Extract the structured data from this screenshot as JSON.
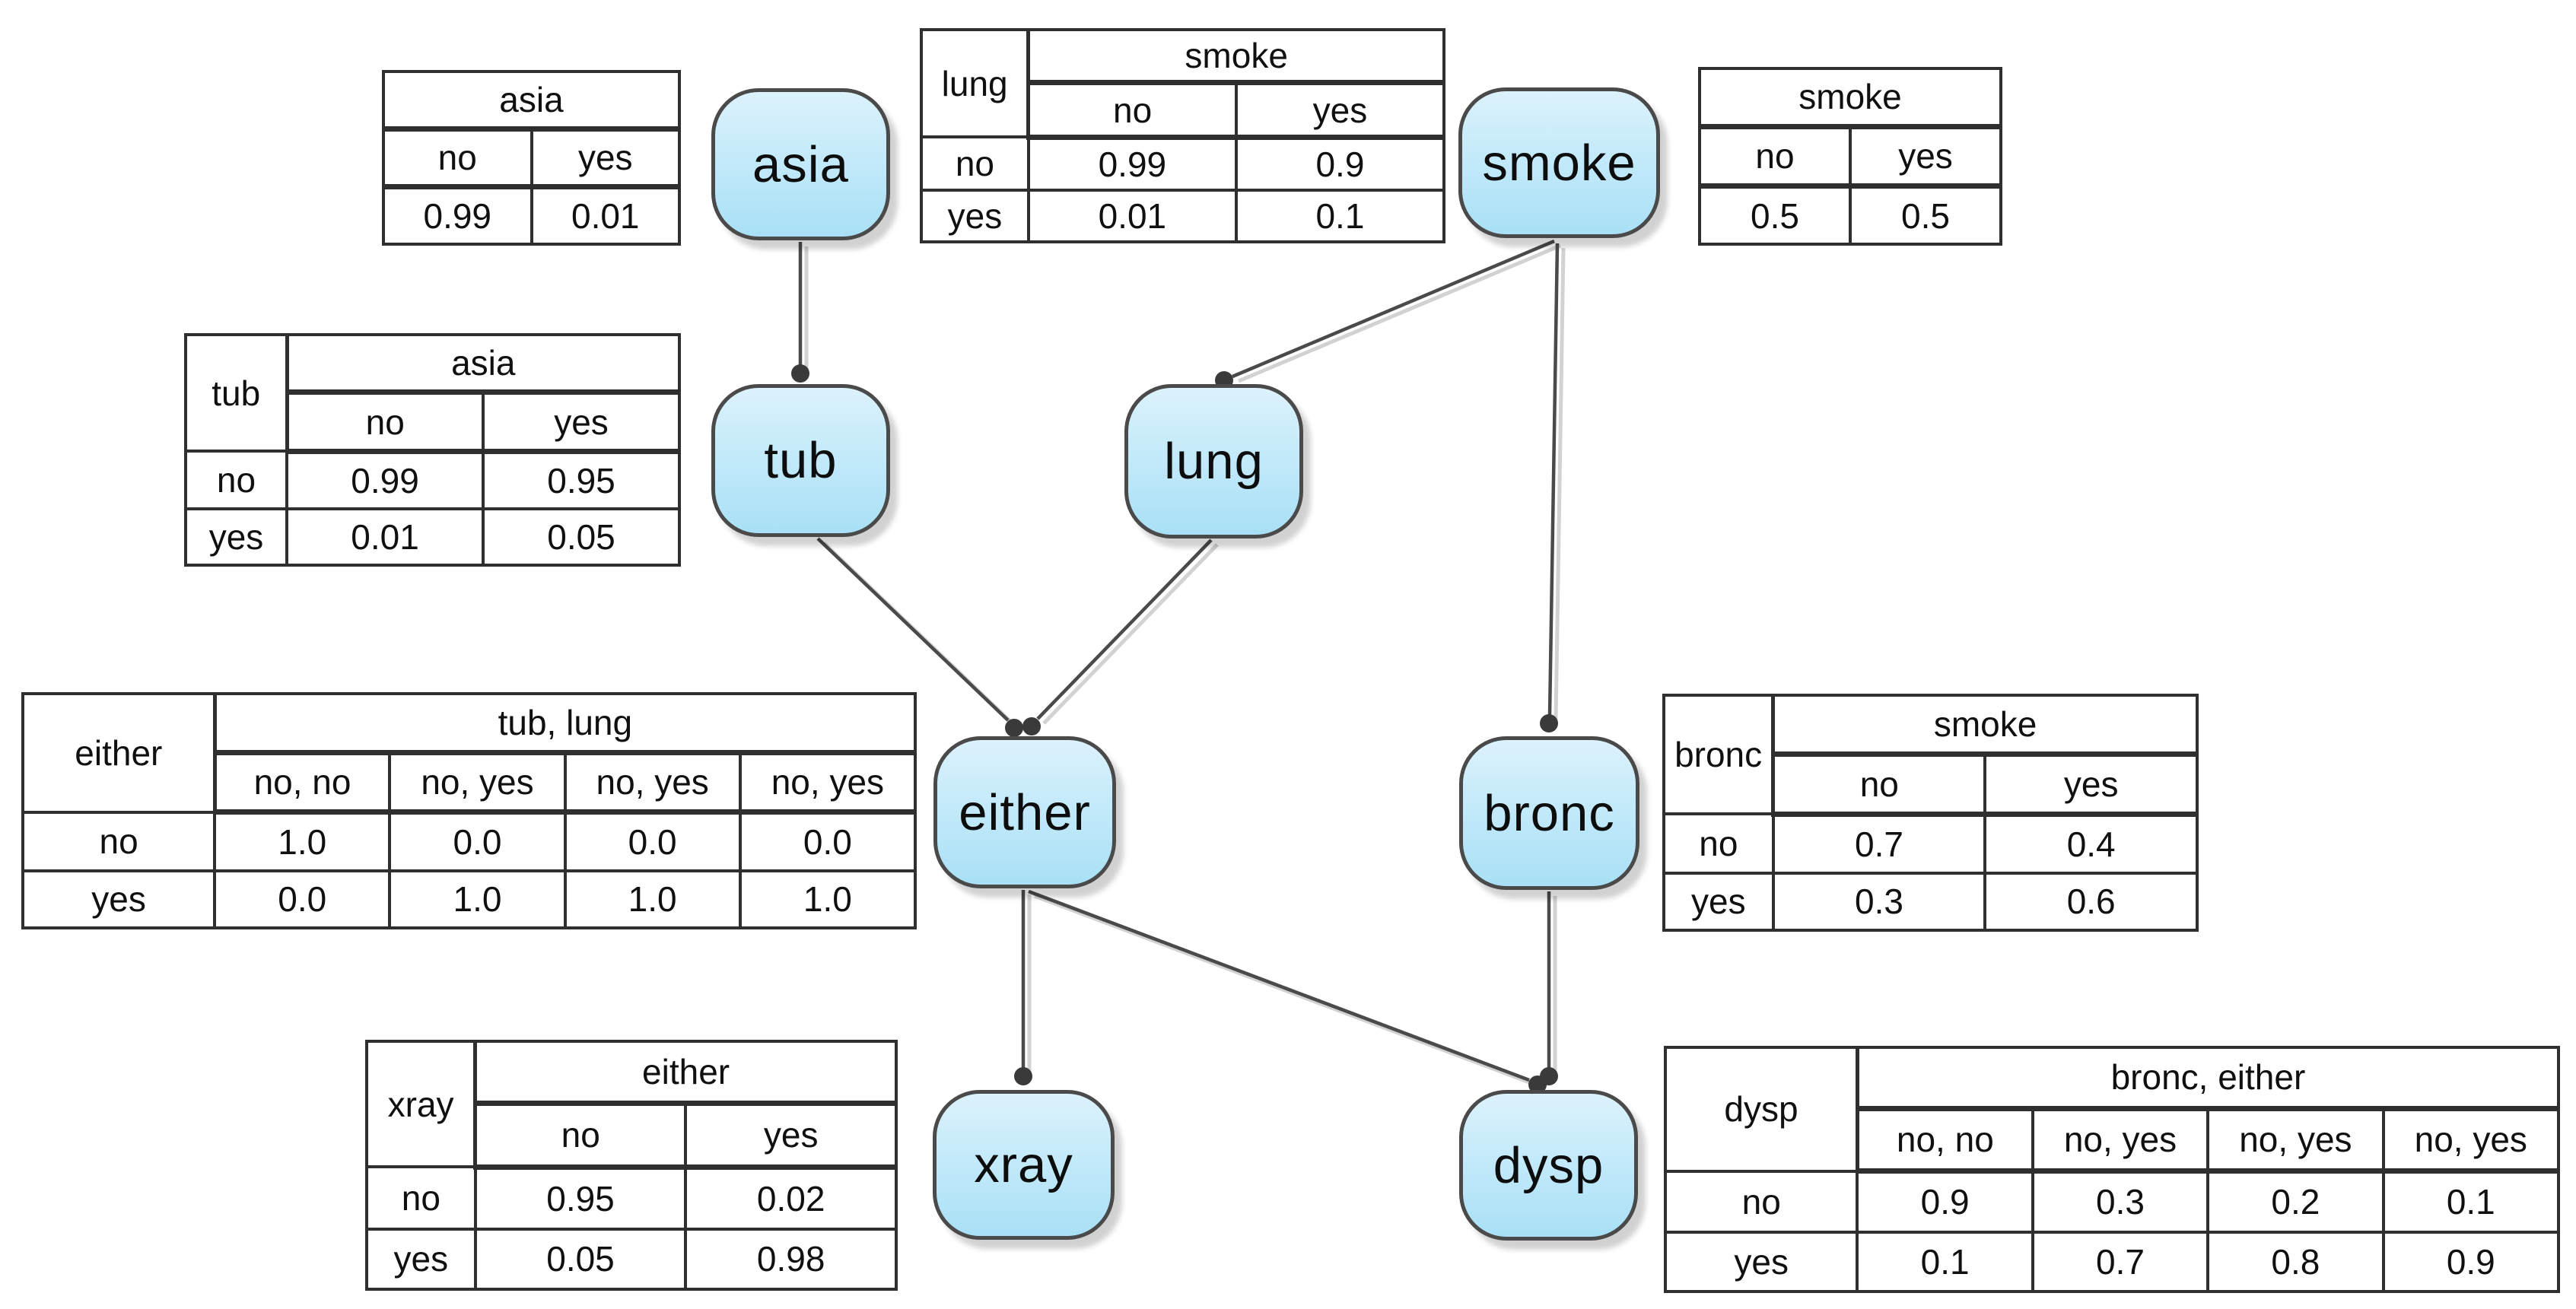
{
  "colors": {
    "background": "#ffffff",
    "node_fill_top": "#dcf2fc",
    "node_fill_bottom": "#a9e0f6",
    "node_border": "#4a4a4a",
    "node_text": "#0d0d0d",
    "edge": "#4a4a4a",
    "edge_shadow": "#d2d2d2",
    "arrow_dot": "#3a3a3a",
    "table_border": "#2f2f2f",
    "table_text": "#101010"
  },
  "nodes": [
    {
      "id": "asia",
      "label": "asia"
    },
    {
      "id": "tub",
      "label": "tub"
    },
    {
      "id": "lung",
      "label": "lung"
    },
    {
      "id": "smoke",
      "label": "smoke"
    },
    {
      "id": "either",
      "label": "either"
    },
    {
      "id": "bronc",
      "label": "bronc"
    },
    {
      "id": "xray",
      "label": "xray"
    },
    {
      "id": "dysp",
      "label": "dysp"
    }
  ],
  "edges": [
    {
      "from": "asia",
      "to": "tub"
    },
    {
      "from": "smoke",
      "to": "lung"
    },
    {
      "from": "smoke",
      "to": "bronc"
    },
    {
      "from": "tub",
      "to": "either"
    },
    {
      "from": "lung",
      "to": "either"
    },
    {
      "from": "either",
      "to": "xray"
    },
    {
      "from": "either",
      "to": "dysp"
    },
    {
      "from": "bronc",
      "to": "dysp"
    }
  ],
  "tables": [
    {
      "id": "asia",
      "child": null,
      "header": "asia",
      "columns": [
        "no",
        "yes"
      ],
      "rows": [
        {
          "label": null,
          "values": [
            "0.99",
            "0.01"
          ]
        }
      ]
    },
    {
      "id": "lung",
      "child": "lung",
      "header": "smoke",
      "columns": [
        "no",
        "yes"
      ],
      "rows": [
        {
          "label": "no",
          "values": [
            "0.99",
            "0.9"
          ]
        },
        {
          "label": "yes",
          "values": [
            "0.01",
            "0.1"
          ]
        }
      ]
    },
    {
      "id": "smoke",
      "child": null,
      "header": "smoke",
      "columns": [
        "no",
        "yes"
      ],
      "rows": [
        {
          "label": null,
          "values": [
            "0.5",
            "0.5"
          ]
        }
      ]
    },
    {
      "id": "tub",
      "child": "tub",
      "header": "asia",
      "columns": [
        "no",
        "yes"
      ],
      "rows": [
        {
          "label": "no",
          "values": [
            "0.99",
            "0.95"
          ]
        },
        {
          "label": "yes",
          "values": [
            "0.01",
            "0.05"
          ]
        }
      ]
    },
    {
      "id": "either",
      "child": "either",
      "header": "tub, lung",
      "columns": [
        "no, no",
        "no, yes",
        "no, yes",
        "no, yes"
      ],
      "rows": [
        {
          "label": "no",
          "values": [
            "1.0",
            "0.0",
            "0.0",
            "0.0"
          ]
        },
        {
          "label": "yes",
          "values": [
            "0.0",
            "1.0",
            "1.0",
            "1.0"
          ]
        }
      ]
    },
    {
      "id": "bronc",
      "child": "bronc",
      "header": "smoke",
      "columns": [
        "no",
        "yes"
      ],
      "rows": [
        {
          "label": "no",
          "values": [
            "0.7",
            "0.4"
          ]
        },
        {
          "label": "yes",
          "values": [
            "0.3",
            "0.6"
          ]
        }
      ]
    },
    {
      "id": "xray",
      "child": "xray",
      "header": "either",
      "columns": [
        "no",
        "yes"
      ],
      "rows": [
        {
          "label": "no",
          "values": [
            "0.95",
            "0.02"
          ]
        },
        {
          "label": "yes",
          "values": [
            "0.05",
            "0.98"
          ]
        }
      ]
    },
    {
      "id": "dysp",
      "child": "dysp",
      "header": "bronc, either",
      "columns": [
        "no, no",
        "no, yes",
        "no, yes",
        "no, yes"
      ],
      "rows": [
        {
          "label": "no",
          "values": [
            "0.9",
            "0.3",
            "0.2",
            "0.1"
          ]
        },
        {
          "label": "yes",
          "values": [
            "0.1",
            "0.7",
            "0.8",
            "0.9"
          ]
        }
      ]
    }
  ]
}
